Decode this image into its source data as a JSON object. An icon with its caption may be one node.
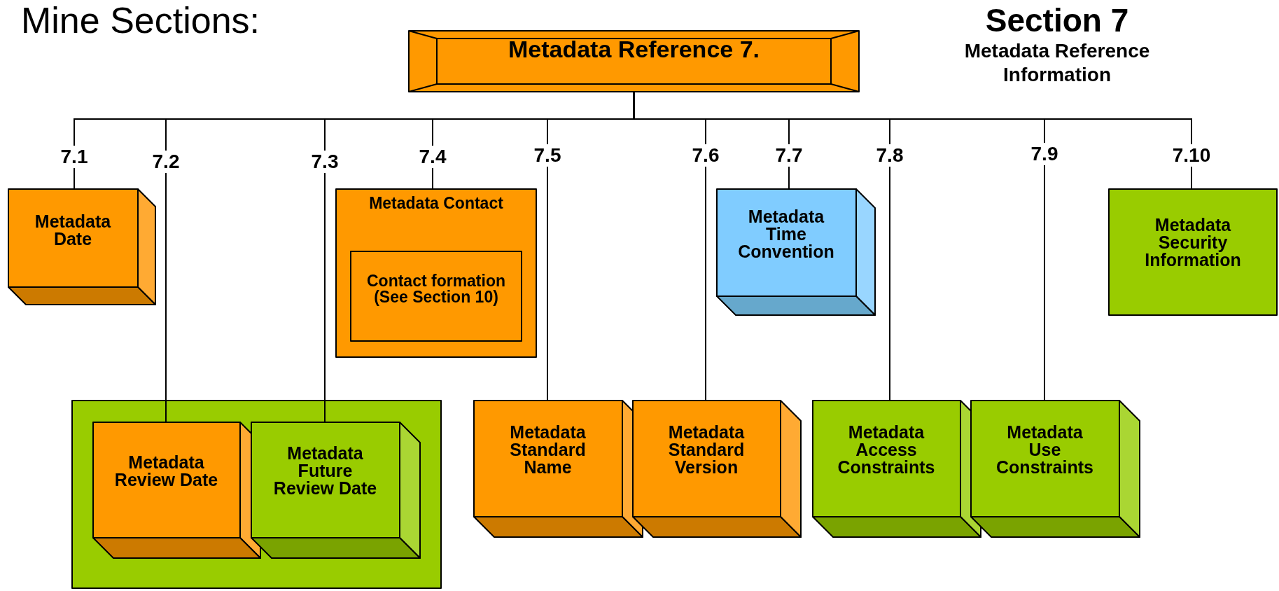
{
  "diagram": {
    "title": "Section 7",
    "nodes": [
      {
        "text": [
          "Metadata Reference 7."
        ]
      },
      {
        "text": [
          "Metadata Date"
        ]
      },
      {
        "text": [],
        "shape": "box"
      },
      {
        "text": [
          "Metadata Review Date"
        ],
        "in": 2
      },
      {
        "text": [
          "Metadata Future Review Date"
        ],
        "in": 2
      },
      {
        "text": [
          "Metadata Contact"
        ]
      },
      {
        "text": [
          "Contact formation (See Section 10)"
        ],
        "in": 5
      },
      {
        "text": [
          "Metadata Standard Name"
        ]
      },
      {
        "text": [
          "Metadata Standard Version"
        ]
      },
      {
        "text": [
          "Metadata Time Convention"
        ]
      },
      {
        "text": [
          "Metadata Access Constraints"
        ]
      },
      {
        "text": [
          "Metadata Use Constraints"
        ]
      },
      {
        "text": [
          "Metadata Security Information"
        ]
      }
    ],
    "edges": [
      {
        "from": 0,
        "to": 1,
        "arrow": "none"
      },
      {
        "from": 0,
        "to": 3,
        "arrow": "none"
      },
      {
        "from": 0,
        "to": 4,
        "arrow": "none"
      },
      {
        "from": 0,
        "to": 5,
        "arrow": "none"
      },
      {
        "from": 0,
        "to": 7,
        "arrow": "none"
      },
      {
        "from": 0,
        "to": 8,
        "arrow": "none"
      },
      {
        "from": 0,
        "to": 9,
        "arrow": "none"
      },
      {
        "from": 0,
        "to": 10,
        "arrow": "none"
      },
      {
        "from": 0,
        "to": 11,
        "arrow": "none"
      },
      {
        "from": 0,
        "to": 12,
        "arrow": "none"
      }
    ],
    "labels": [
      "Mine Sections:",
      "Metadata Reference Information",
      "7.1",
      "7.2",
      "7.3",
      "7.4",
      "7.5",
      "7.6",
      "7.7",
      "7.8",
      "7.9",
      "7.10"
    ]
  }
}
